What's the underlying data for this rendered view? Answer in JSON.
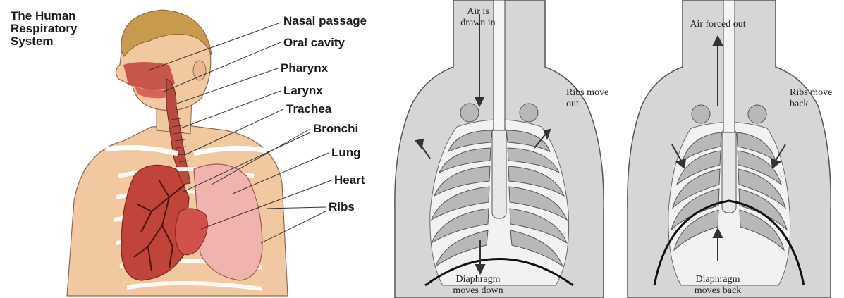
{
  "left_panel": {
    "title_lines": [
      "The Human",
      "Respiratory",
      "System"
    ],
    "labels": {
      "nasal": "Nasal passage",
      "oral": "Oral cavity",
      "pharynx": "Pharynx",
      "larynx": "Larynx",
      "trachea": "Trachea",
      "bronchi": "Bronchi",
      "lung": "Lung",
      "heart": "Heart",
      "ribs": "Ribs"
    }
  },
  "inhale_panel": {
    "air_lines": [
      "Air is",
      "drawn in"
    ],
    "ribs_lines": [
      "Ribs move",
      "out"
    ],
    "diaphragm_lines": [
      "Diaphragm",
      "moves down"
    ]
  },
  "exhale_panel": {
    "air_text": "Air forced out",
    "ribs_lines": [
      "Ribs move",
      "back"
    ],
    "diaphragm_lines": [
      "Diaphragm",
      "moves back"
    ]
  },
  "colors": {
    "skin": "#f2c8a0",
    "lung_dark": "#c0443a",
    "lung_light": "#f0b3ae",
    "hair": "#c79a4e",
    "torso_gray": "#d4d6d8",
    "rib_fill": "#b8b8b8"
  }
}
